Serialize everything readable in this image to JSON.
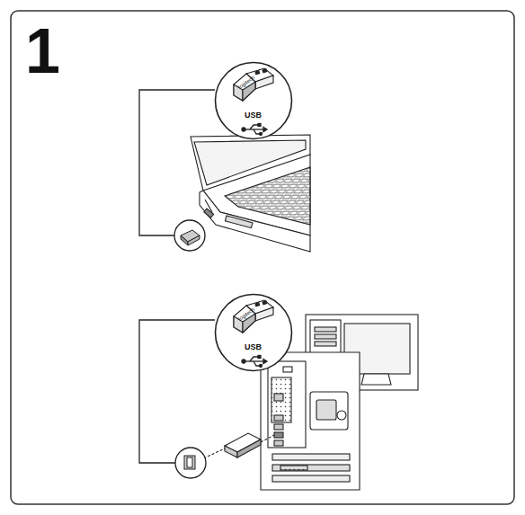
{
  "diagram": {
    "nodes": [
      {
        "text": [
          "logitech",
          "USB"
        ]
      },
      {
        "text": [
          "logitech",
          "USB"
        ]
      }
    ],
    "labels": [
      "1"
    ]
  }
}
